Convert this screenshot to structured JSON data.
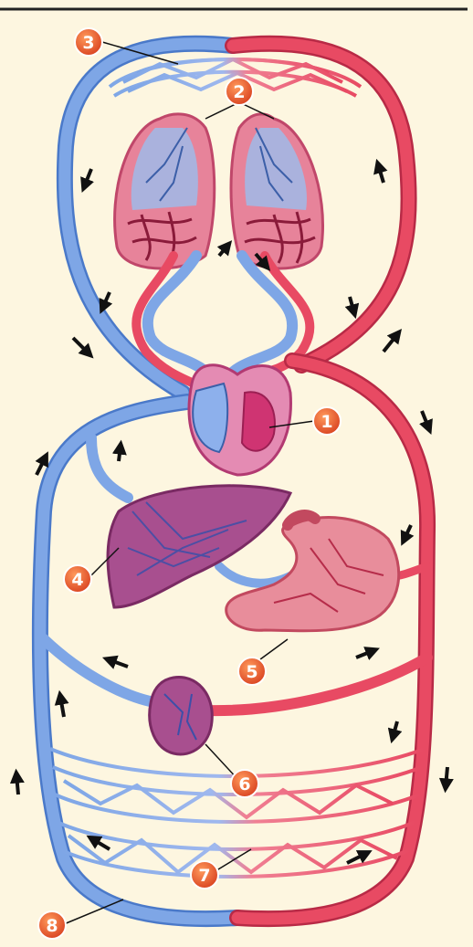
{
  "colors": {
    "background": "#fdf6e0",
    "vein_blue": "#7ea6e6",
    "vein_blue_dark": "#4a79c9",
    "artery_red": "#e84a63",
    "artery_red_dark": "#b82a46",
    "organ_purple": "#a14e8d",
    "label_orange": "#e4572e",
    "arrow": "#111111"
  },
  "labels": [
    {
      "id": "heart",
      "text": "1"
    },
    {
      "id": "lungs",
      "text": "2"
    },
    {
      "id": "head-capillaries",
      "text": "3"
    },
    {
      "id": "liver",
      "text": "4"
    },
    {
      "id": "stomach",
      "text": "5"
    },
    {
      "id": "kidney",
      "text": "6"
    },
    {
      "id": "lower-capillaries-arterial",
      "text": "7"
    },
    {
      "id": "lower-capillaries-venous",
      "text": "8"
    }
  ]
}
